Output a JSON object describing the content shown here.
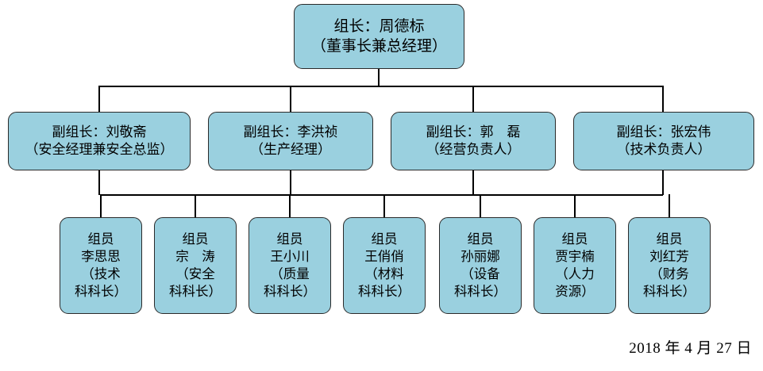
{
  "leader": {
    "lines": [
      "组长：周德标",
      "（董事长兼总经理）"
    ]
  },
  "deputies": [
    {
      "lines": [
        "副组长：刘敬斋",
        "（安全经理兼安全总监）"
      ]
    },
    {
      "lines": [
        "副组长：李洪祯",
        "（生产经理）"
      ]
    },
    {
      "lines": [
        "副组长：郭　磊",
        "（经营负责人）"
      ]
    },
    {
      "lines": [
        "副组长：张宏伟",
        "（技术负责人）"
      ]
    }
  ],
  "members": [
    {
      "lines": [
        "组员",
        "李思思",
        "（技术",
        "科科长）"
      ]
    },
    {
      "lines": [
        "组员",
        "宗　涛",
        "（安全",
        "科科长）"
      ]
    },
    {
      "lines": [
        "组员",
        "王小川",
        "（质量",
        "科科长）"
      ]
    },
    {
      "lines": [
        "组员",
        "王俏俏",
        "（材料",
        "科科长）"
      ]
    },
    {
      "lines": [
        "组员",
        "孙丽娜",
        "（设备",
        "科科长）"
      ]
    },
    {
      "lines": [
        "组员",
        "贾宇楠",
        "（人力",
        "资源）"
      ]
    },
    {
      "lines": [
        "组员",
        "刘红芳",
        "（财务",
        "科科长）"
      ]
    }
  ],
  "footer": {
    "date": "2018 年 4 月 27 日"
  },
  "colors": {
    "node_fill": "#9AD0DF",
    "node_border": "#2a2a2a",
    "connector": "#000000",
    "text": "#000000",
    "background": "#ffffff"
  }
}
